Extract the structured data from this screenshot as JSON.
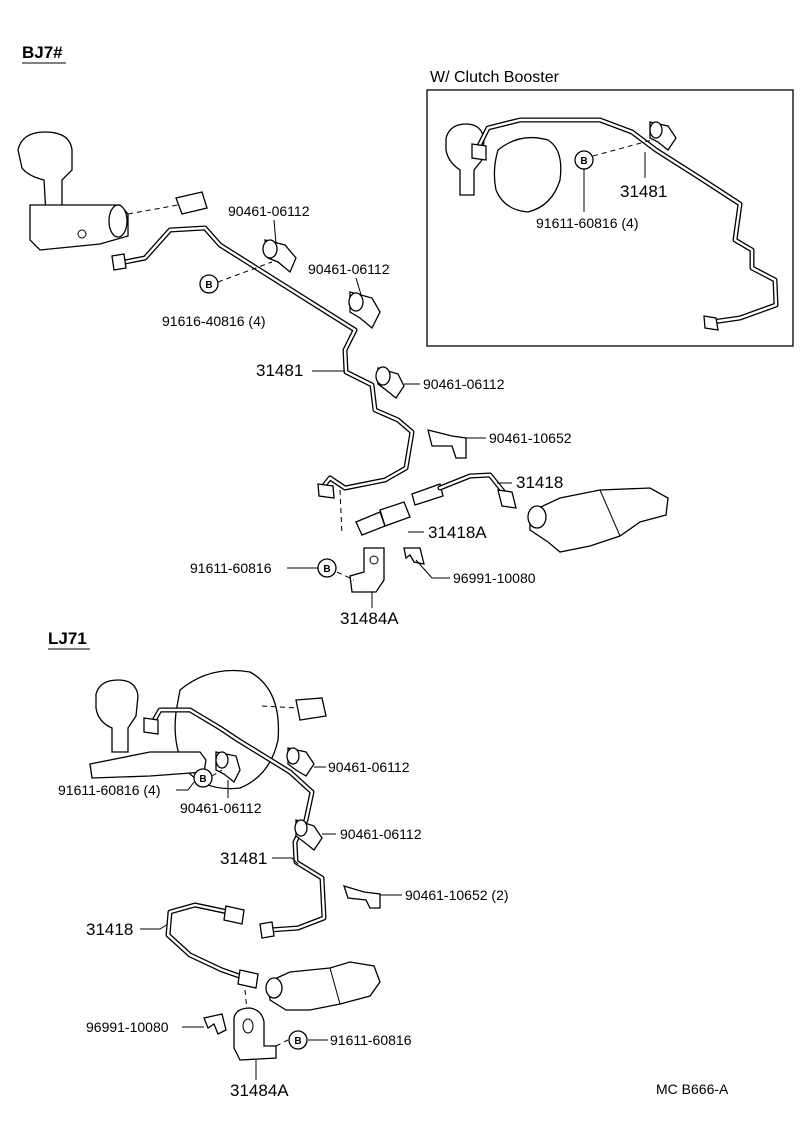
{
  "sections": {
    "bj7": {
      "title": "BJ7#"
    },
    "lj71": {
      "title": "LJ71"
    },
    "inset": {
      "title": "W/ Clutch Booster"
    }
  },
  "bolt_marker": "B",
  "bj7_labels": {
    "p1": "90461-06112",
    "p2": "90461-06112",
    "bolt_top": "91616-40816 (4)",
    "tube": "31481",
    "p3": "90461-06112",
    "bracket": "90461-10652",
    "hose": "31418",
    "union": "31418A",
    "bolt_bottom": "91611-60816",
    "clip": "96991-10080",
    "mount": "31484A"
  },
  "inset_labels": {
    "tube": "31481",
    "bolt": "91611-60816 (4)"
  },
  "lj71_labels": {
    "p1": "90461-06112",
    "bolt_top": "91611-60816 (4)",
    "p2": "90461-06112",
    "p3": "90461-06112",
    "tube": "31481",
    "bracket": "90461-10652 (2)",
    "hose": "31418",
    "clip": "96991-10080",
    "bolt_bottom": "91611-60816",
    "mount": "31484A"
  },
  "footer": {
    "code": "MC  B666-A"
  }
}
